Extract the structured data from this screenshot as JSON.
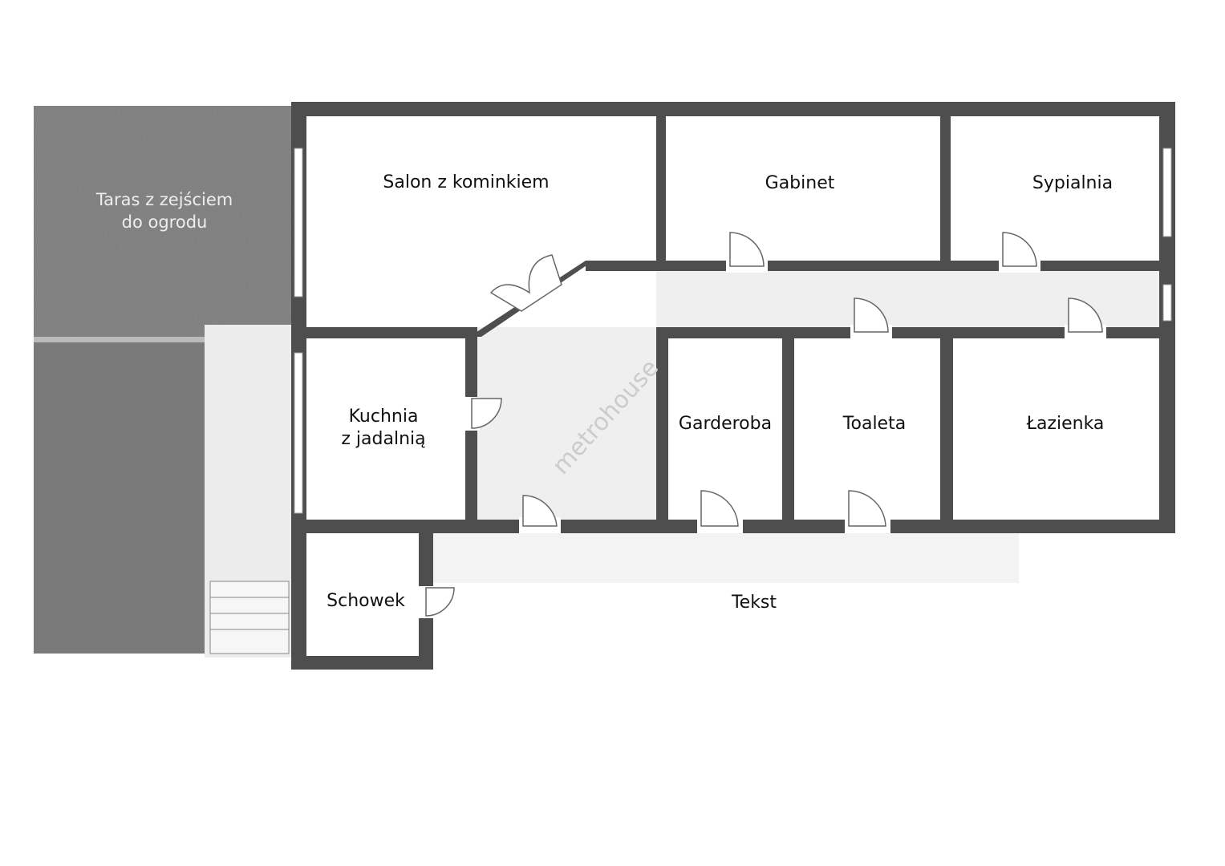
{
  "rooms": {
    "taras": [
      "Taras z zejściem",
      "do ogrodu"
    ],
    "salon": "Salon z kominkiem",
    "gabinet": "Gabinet",
    "sypialnia": "Sypialnia",
    "kuchnia": [
      "Kuchnia",
      "z jadalnią"
    ],
    "garderoba": "Garderoba",
    "toaleta": "Toaleta",
    "lazienka": "Łazienka",
    "schowek": "Schowek",
    "tekst": "Tekst"
  },
  "watermark": "metrohouse",
  "colors": {
    "wall": "#4e4e4e",
    "terrace": "#777777",
    "floor": "#f0f0f0"
  }
}
